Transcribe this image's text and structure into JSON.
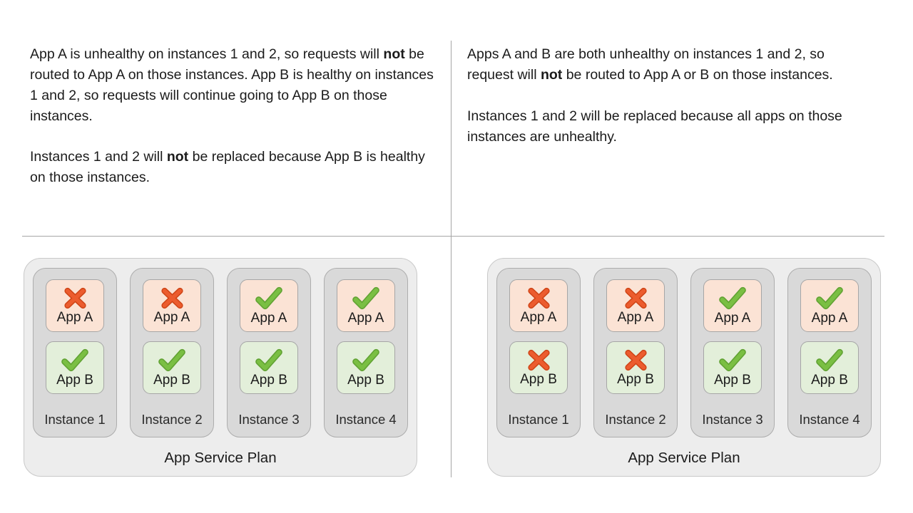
{
  "colors": {
    "text": "#1b1b1b",
    "divider": "#a6a6a6",
    "plan_bg": "#ededed",
    "plan_border": "#c9c9c9",
    "instance_bg": "#d9d9d9",
    "instance_border": "#adadad",
    "app_border": "#a6a6a6",
    "appa_bg": "#fbe3d5",
    "appb_bg": "#e3efda",
    "check_icon": "#7abf43",
    "check_icon_outline": "#61a233",
    "x_icon": "#ec5c2e",
    "x_icon_outline": "#cf4517"
  },
  "icons": {
    "healthy": "check-icon",
    "unhealthy": "x-icon"
  },
  "panels": [
    {
      "side": "left",
      "paragraphs": [
        [
          {
            "t": "App A is unhealthy on instances 1 and 2, so requests will "
          },
          {
            "t": "not",
            "b": true
          },
          {
            "t": " be routed to App A on those instances. App B is healthy on instances 1 and 2, so requests will continue going to App B on those instances."
          }
        ],
        [
          {
            "t": "Instances 1 and 2 will "
          },
          {
            "t": "not",
            "b": true
          },
          {
            "t": " be replaced because App B is healthy on those instances."
          }
        ]
      ],
      "plan_label": "App Service Plan",
      "instances": [
        {
          "label": "Instance 1",
          "apps": [
            {
              "name": "App A",
              "healthy": false
            },
            {
              "name": "App B",
              "healthy": true
            }
          ]
        },
        {
          "label": "Instance 2",
          "apps": [
            {
              "name": "App A",
              "healthy": false
            },
            {
              "name": "App B",
              "healthy": true
            }
          ]
        },
        {
          "label": "Instance 3",
          "apps": [
            {
              "name": "App A",
              "healthy": true
            },
            {
              "name": "App B",
              "healthy": true
            }
          ]
        },
        {
          "label": "Instance 4",
          "apps": [
            {
              "name": "App A",
              "healthy": true
            },
            {
              "name": "App B",
              "healthy": true
            }
          ]
        }
      ]
    },
    {
      "side": "right",
      "paragraphs": [
        [
          {
            "t": "Apps A and B are both unhealthy on instances 1 and 2, so request will "
          },
          {
            "t": "not",
            "b": true
          },
          {
            "t": " be routed to App A or B on those instances."
          }
        ],
        [
          {
            "t": "Instances 1 and 2 will be replaced because all apps on those instances are unhealthy."
          }
        ]
      ],
      "plan_label": "App Service Plan",
      "instances": [
        {
          "label": "Instance 1",
          "apps": [
            {
              "name": "App A",
              "healthy": false
            },
            {
              "name": "App B",
              "healthy": false
            }
          ]
        },
        {
          "label": "Instance 2",
          "apps": [
            {
              "name": "App A",
              "healthy": false
            },
            {
              "name": "App B",
              "healthy": false
            }
          ]
        },
        {
          "label": "Instance 3",
          "apps": [
            {
              "name": "App A",
              "healthy": true
            },
            {
              "name": "App B",
              "healthy": true
            }
          ]
        },
        {
          "label": "Instance 4",
          "apps": [
            {
              "name": "App A",
              "healthy": true
            },
            {
              "name": "App B",
              "healthy": true
            }
          ]
        }
      ]
    }
  ]
}
